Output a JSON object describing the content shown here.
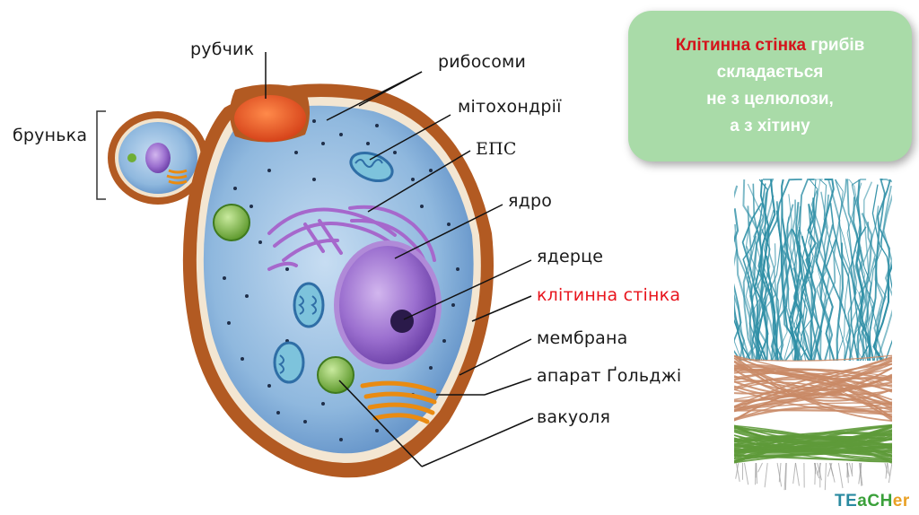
{
  "labels": {
    "rubchyk": "рубчик",
    "brunka": "брунька",
    "ribosomy": "рибосоми",
    "mitokhondrii": "мітохондрії",
    "eps": "ЕПС",
    "yadro": "ядро",
    "yaderce": "ядерце",
    "klitynna_stinka": "клітинна стінка",
    "membrana": "мембрана",
    "aparat_goldzhi": "апарат Ґольджі",
    "vakuolya": "вакуоля"
  },
  "callout": {
    "part_highlight": "Клітинна стінка",
    "part_rest_1": " грибів",
    "line_2": "складається",
    "line_3": "не з целюлози,",
    "line_4": "а з хітину"
  },
  "logo": {
    "part_a": "TE",
    "part_b": "aCH",
    "part_c": "er"
  },
  "colors": {
    "callout_bg": "#a9dba8",
    "highlight_red": "#e8141c",
    "cell_wall": "#b25a22",
    "cytoplasm": "#9cc6e6",
    "nucleus": "#8a5ec0",
    "fiber_blue": "#2f8fa6",
    "fiber_tan": "#c98a66",
    "fiber_green": "#5e9a3a"
  }
}
